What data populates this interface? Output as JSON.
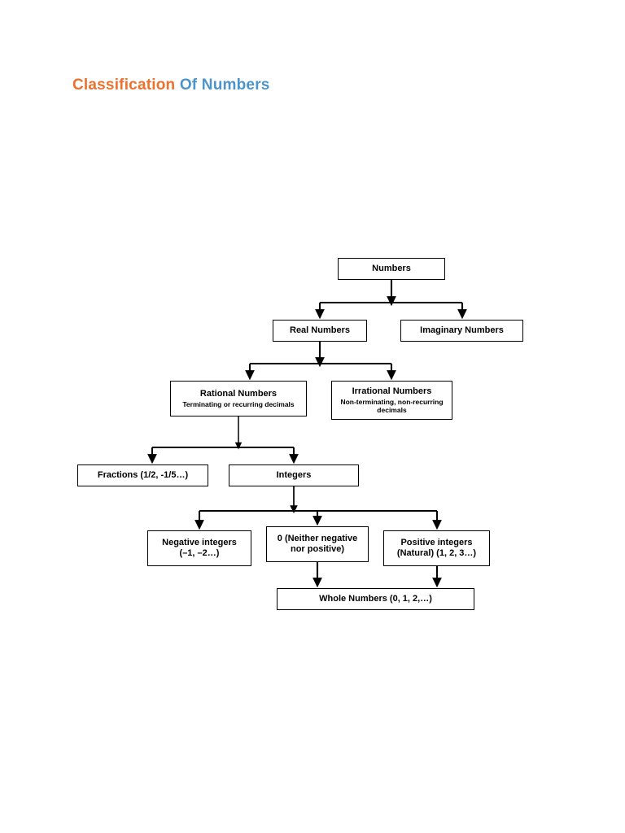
{
  "title": {
    "part1": "Classification",
    "part2": " Of Numbers",
    "color_orange": "#EB722E",
    "color_blue": "#4C94C9"
  },
  "chart_data": {
    "type": "diagram",
    "title": "Classification Of Numbers",
    "layout": "top-down hierarchical tree",
    "nodes": [
      {
        "id": "numbers",
        "label": "Numbers",
        "sub": "",
        "level": 0
      },
      {
        "id": "real",
        "label": "Real Numbers",
        "sub": "",
        "level": 1
      },
      {
        "id": "imaginary",
        "label": "Imaginary Numbers",
        "sub": "",
        "level": 1
      },
      {
        "id": "rational",
        "label": "Rational Numbers",
        "sub": "Terminating or recurring decimals",
        "level": 2
      },
      {
        "id": "irrational",
        "label": "Irrational Numbers",
        "sub": "Non-terminating, non-recurring decimals",
        "level": 2
      },
      {
        "id": "fractions",
        "label": "Fractions (1/2, -1/5…)",
        "sub": "",
        "level": 3
      },
      {
        "id": "integers",
        "label": "Integers",
        "sub": "",
        "level": 3
      },
      {
        "id": "negative",
        "label": "Negative integers",
        "sub": "(–1, –2…)",
        "level": 4
      },
      {
        "id": "zero",
        "label": "0 (Neither negative",
        "sub": "nor positive)",
        "level": 4
      },
      {
        "id": "positive",
        "label": "Positive integers",
        "sub": "(Natural) (1, 2, 3…)",
        "level": 4
      },
      {
        "id": "whole",
        "label": "Whole Numbers (0, 1, 2,…)",
        "sub": "",
        "level": 5
      }
    ],
    "edges": [
      {
        "from": "numbers",
        "to": "real"
      },
      {
        "from": "numbers",
        "to": "imaginary"
      },
      {
        "from": "real",
        "to": "rational"
      },
      {
        "from": "real",
        "to": "irrational"
      },
      {
        "from": "rational",
        "to": "fractions"
      },
      {
        "from": "rational",
        "to": "integers"
      },
      {
        "from": "integers",
        "to": "negative"
      },
      {
        "from": "integers",
        "to": "zero"
      },
      {
        "from": "integers",
        "to": "positive"
      },
      {
        "from": "zero",
        "to": "whole"
      },
      {
        "from": "positive",
        "to": "whole"
      }
    ]
  },
  "nodes": {
    "numbers": {
      "title": "Numbers"
    },
    "real": {
      "title": "Real Numbers"
    },
    "imaginary": {
      "title": "Imaginary Numbers"
    },
    "rational": {
      "title": "Rational Numbers",
      "sub": "Terminating or recurring decimals"
    },
    "irrational": {
      "title": "Irrational Numbers",
      "sub": "Non-terminating, non-recurring decimals"
    },
    "fractions": {
      "title": "Fractions (1/2, -1/5…)"
    },
    "integers": {
      "title": "Integers"
    },
    "negative": {
      "title": "Negative integers",
      "sub": "(–1, –2…)"
    },
    "zero": {
      "title": "0 (Neither negative",
      "sub": "nor positive)"
    },
    "positive": {
      "title": "Positive integers",
      "sub": "(Natural) (1, 2, 3…)"
    },
    "whole": {
      "title": "Whole Numbers (0, 1, 2,…)"
    }
  }
}
